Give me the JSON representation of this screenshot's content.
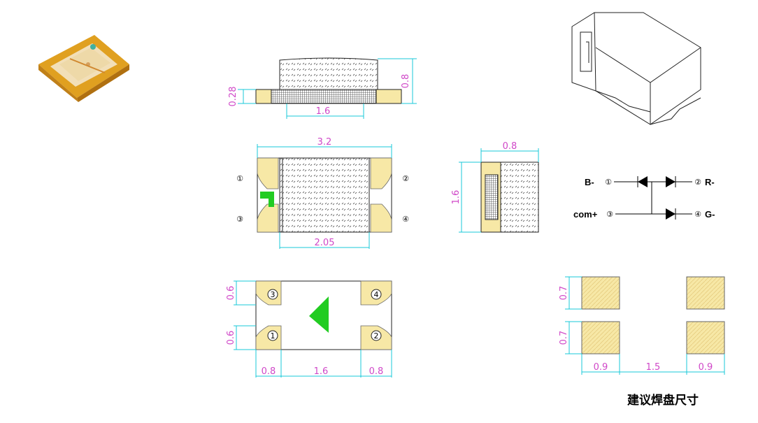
{
  "side_view": {
    "dim_height": "0.28",
    "dim_total": "0.8",
    "dim_width": "1.6"
  },
  "top_view": {
    "dim_length": "3.2",
    "dim_lens": "2.05",
    "pins": [
      "①",
      "②",
      "③",
      "④"
    ]
  },
  "end_view": {
    "dim_width": "0.8",
    "dim_height": "1.6"
  },
  "bottom_view": {
    "dim_pad_h_top": "0.6",
    "dim_pad_h_bottom": "0.6",
    "dim_left": "0.8",
    "dim_mid": "1.6",
    "dim_right": "0.8",
    "pins": [
      "3",
      "4",
      "1",
      "2"
    ]
  },
  "schematic": {
    "b_label": "B-",
    "com_label": "com+",
    "r_label": "R-",
    "g_label": "G-",
    "pins": [
      "①",
      "②",
      "③",
      "④"
    ]
  },
  "footprint": {
    "dim_h_top": "0.7",
    "dim_h_bottom": "0.7",
    "dim_w_left": "0.9",
    "dim_gap": "1.5",
    "dim_w_right": "0.9",
    "caption": "建议焊盘尺寸"
  },
  "colors": {
    "pad": "#f7e8a6",
    "dimension": "#d048c8",
    "dim_line": "#18c8d8",
    "polarity_mark": "#22cc22"
  }
}
